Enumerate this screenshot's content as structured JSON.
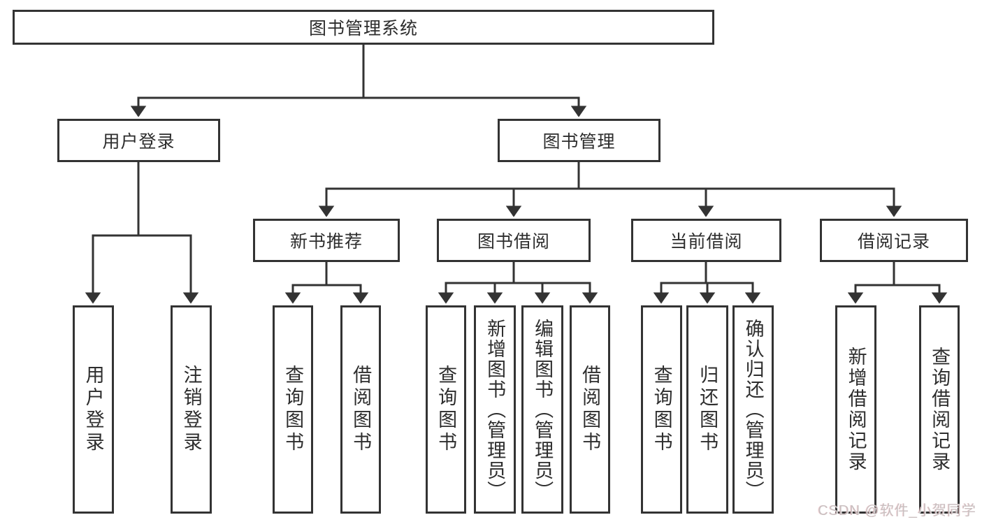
{
  "tree": {
    "label": "图书管理系统",
    "children": [
      {
        "label": "用户登录",
        "children": [
          {
            "label": "用户登录"
          },
          {
            "label": "注销登录"
          }
        ]
      },
      {
        "label": "图书管理",
        "children": [
          {
            "label": "新书推荐",
            "children": [
              {
                "label": "查询图书"
              },
              {
                "label": "借阅图书"
              }
            ]
          },
          {
            "label": "图书借阅",
            "children": [
              {
                "label": "查询图书"
              },
              {
                "label": "新增图书（管理员）"
              },
              {
                "label": "编辑图书（管理员）"
              },
              {
                "label": "借阅图书"
              }
            ]
          },
          {
            "label": "当前借阅",
            "children": [
              {
                "label": "查询图书"
              },
              {
                "label": "归还图书"
              },
              {
                "label": "确认归还（管理员）"
              }
            ]
          },
          {
            "label": "借阅记录",
            "children": [
              {
                "label": "新增借阅记录"
              },
              {
                "label": "查询借阅记录"
              }
            ]
          }
        ]
      }
    ]
  },
  "watermark": {
    "text": "CSDN @软件_小贺同学"
  },
  "colors": {
    "line": "#333333",
    "box_border": "#333333",
    "text": "#2d2d2d",
    "background": "#ffffff",
    "watermark": "#c9bfc0"
  }
}
